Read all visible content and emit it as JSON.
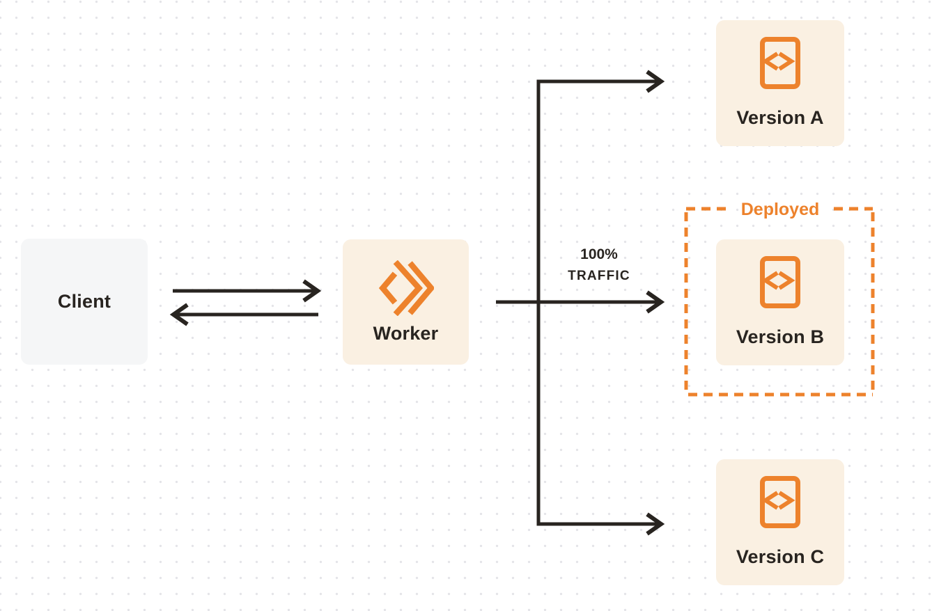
{
  "colors": {
    "page_bg": "#FFFFFF",
    "dot": "#E4E4E8",
    "node_bg": "#FAF0E2",
    "client_bg": "#F5F6F7",
    "ink": "#282420",
    "accent_orange": "#ED822C"
  },
  "nodes": {
    "client": {
      "label": "Client"
    },
    "worker": {
      "label": "Worker",
      "icon": "cloudflare-workers-icon"
    },
    "version_a": {
      "label": "Version A",
      "icon": "code-file-icon"
    },
    "version_b": {
      "label": "Version B",
      "icon": "code-file-icon"
    },
    "version_c": {
      "label": "Version C",
      "icon": "code-file-icon"
    }
  },
  "annotations": {
    "deployed_label": "Deployed",
    "traffic_line1": "100%",
    "traffic_line2": "TRAFFIC"
  }
}
